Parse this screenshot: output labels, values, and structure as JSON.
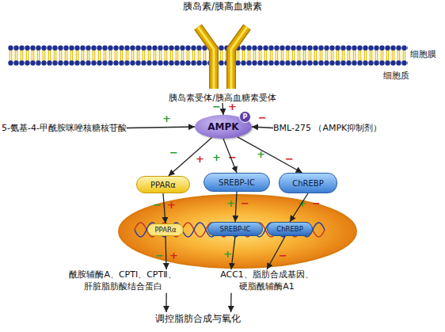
{
  "diagram": {
    "nodes": [
      {
        "text": [
          "胰岛素受体/胰高血糖素受体"
        ]
      },
      {
        "text": [
          "5-氨基-4-甲酰胺咪唑核糖核苷酸"
        ]
      },
      {
        "text": [
          "AMPK"
        ]
      },
      {
        "text": [
          "P"
        ],
        "in": 2
      },
      {
        "text": [
          "BML-275 （AMPK抑制剂）"
        ]
      },
      {
        "text": [
          "PPARα"
        ]
      },
      {
        "text": [
          "SREBP-ⅠC"
        ]
      },
      {
        "text": [
          "ChREBP"
        ]
      },
      {
        "text": [
          "PPARα"
        ]
      },
      {
        "text": [
          "SREBP-ⅠC"
        ]
      },
      {
        "text": [
          "ChREBP"
        ]
      },
      {
        "text": [
          "酰胺辅酶A、CPTⅠ、CPTⅡ、 肝脏脂肪酸结合蛋白"
        ]
      },
      {
        "text": [
          "ACC1、脂肪合成基因、 硬脂酰辅酶A1"
        ]
      },
      {
        "text": [
          "调控脂肪合成与氧化"
        ]
      }
    ],
    "edges": [
      {
        "from": 0,
        "to": 2,
        "arrow": "to"
      },
      {
        "from": 1,
        "to": 2,
        "arrow": "to"
      },
      {
        "from": 4,
        "to": 2,
        "arrow": "to"
      },
      {
        "from": 2,
        "to": 5,
        "arrow": "to"
      },
      {
        "from": 2,
        "to": 6,
        "arrow": "to"
      },
      {
        "from": 2,
        "to": 7,
        "arrow": "to"
      },
      {
        "from": 5,
        "to": 8,
        "arrow": "to"
      },
      {
        "from": 6,
        "to": 9,
        "arrow": "to"
      },
      {
        "from": 7,
        "to": 10,
        "arrow": "to"
      },
      {
        "from": 8,
        "to": 11,
        "arrow": "to"
      },
      {
        "from": 9,
        "to": 12,
        "arrow": "to"
      },
      {
        "from": 10,
        "to": 12,
        "arrow": "to"
      },
      {
        "from": 11,
        "to": 13,
        "arrow": "to"
      },
      {
        "from": 12,
        "to": 13,
        "arrow": "to"
      }
    ],
    "labels": [
      "胰岛素/胰高血糖素",
      "细胞膜",
      "细胞质",
      "−",
      "+",
      "+",
      "−",
      "−",
      "+",
      "+",
      "−",
      "+",
      "−",
      "−",
      "+",
      "+",
      "−",
      "+",
      "−",
      "−",
      "+",
      "+",
      "−"
    ]
  }
}
